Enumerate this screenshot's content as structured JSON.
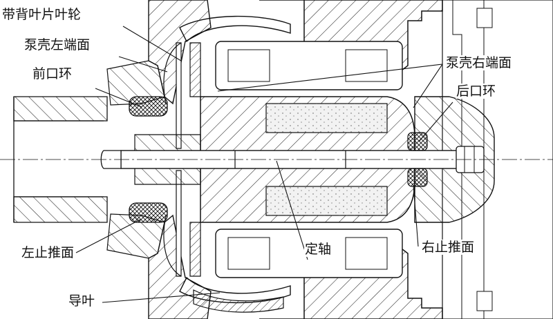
{
  "labels": {
    "impeller": "带背叶片叶轮",
    "pump_left_face": "泵壳左端面",
    "front_ring": "前口环",
    "pump_right_face": "泵壳右端面",
    "rear_ring": "后口环",
    "left_thrust": "左止推面",
    "fixed_shaft": "定轴",
    "right_thrust": "右止推面",
    "guide_vane": "导叶"
  },
  "colors": {
    "line": "#111111",
    "hatch": "#222222",
    "magnet_fill": "#f2f2f2",
    "background": "#ffffff"
  }
}
